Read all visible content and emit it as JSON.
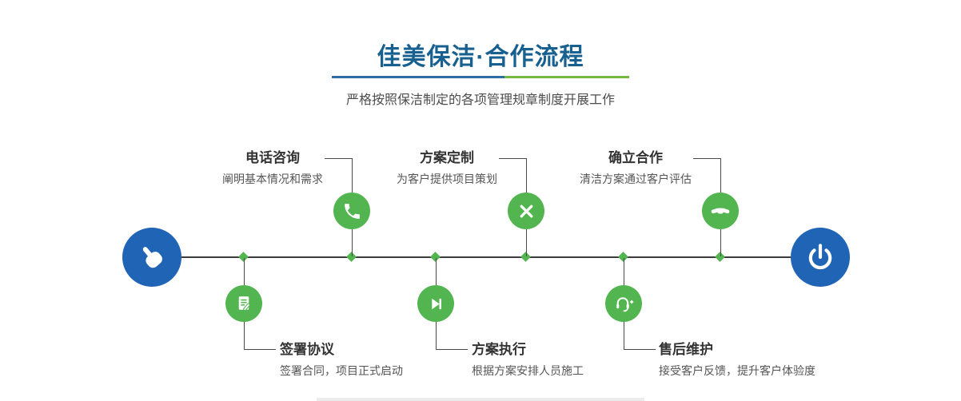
{
  "header": {
    "title": "佳美保洁·合作流程",
    "subtitle": "严格按照保洁制定的各项管理规章制度开展工作"
  },
  "steps": {
    "top": [
      {
        "title": "电话咨询",
        "desc": "阐明基本情况和需求",
        "icon": "phone-icon"
      },
      {
        "title": "方案定制",
        "desc": "为客户提供项目策划",
        "icon": "design-tools-icon"
      },
      {
        "title": "确立合作",
        "desc": "清洁方案通过客户评估",
        "icon": "handshake-icon"
      }
    ],
    "bottom": [
      {
        "title": "签署协议",
        "desc": "签署合同，项目正式启动",
        "icon": "contract-icon"
      },
      {
        "title": "方案执行",
        "desc": "根据方案安排人员施工",
        "icon": "play-icon"
      },
      {
        "title": "售后维护",
        "desc": "接受客户反馈，提升客户体验度",
        "icon": "support-headset-icon"
      }
    ]
  },
  "endpoints": {
    "start_icon": "pointer-hand-icon",
    "end_icon": "power-icon"
  },
  "colors": {
    "title_blue": "#17608f",
    "divider_blue": "#2e6da4",
    "divider_green": "#76b842",
    "node_green": "#53b54f",
    "endpoint_blue": "#1f64b5",
    "line_dark": "#3c3c3c"
  }
}
